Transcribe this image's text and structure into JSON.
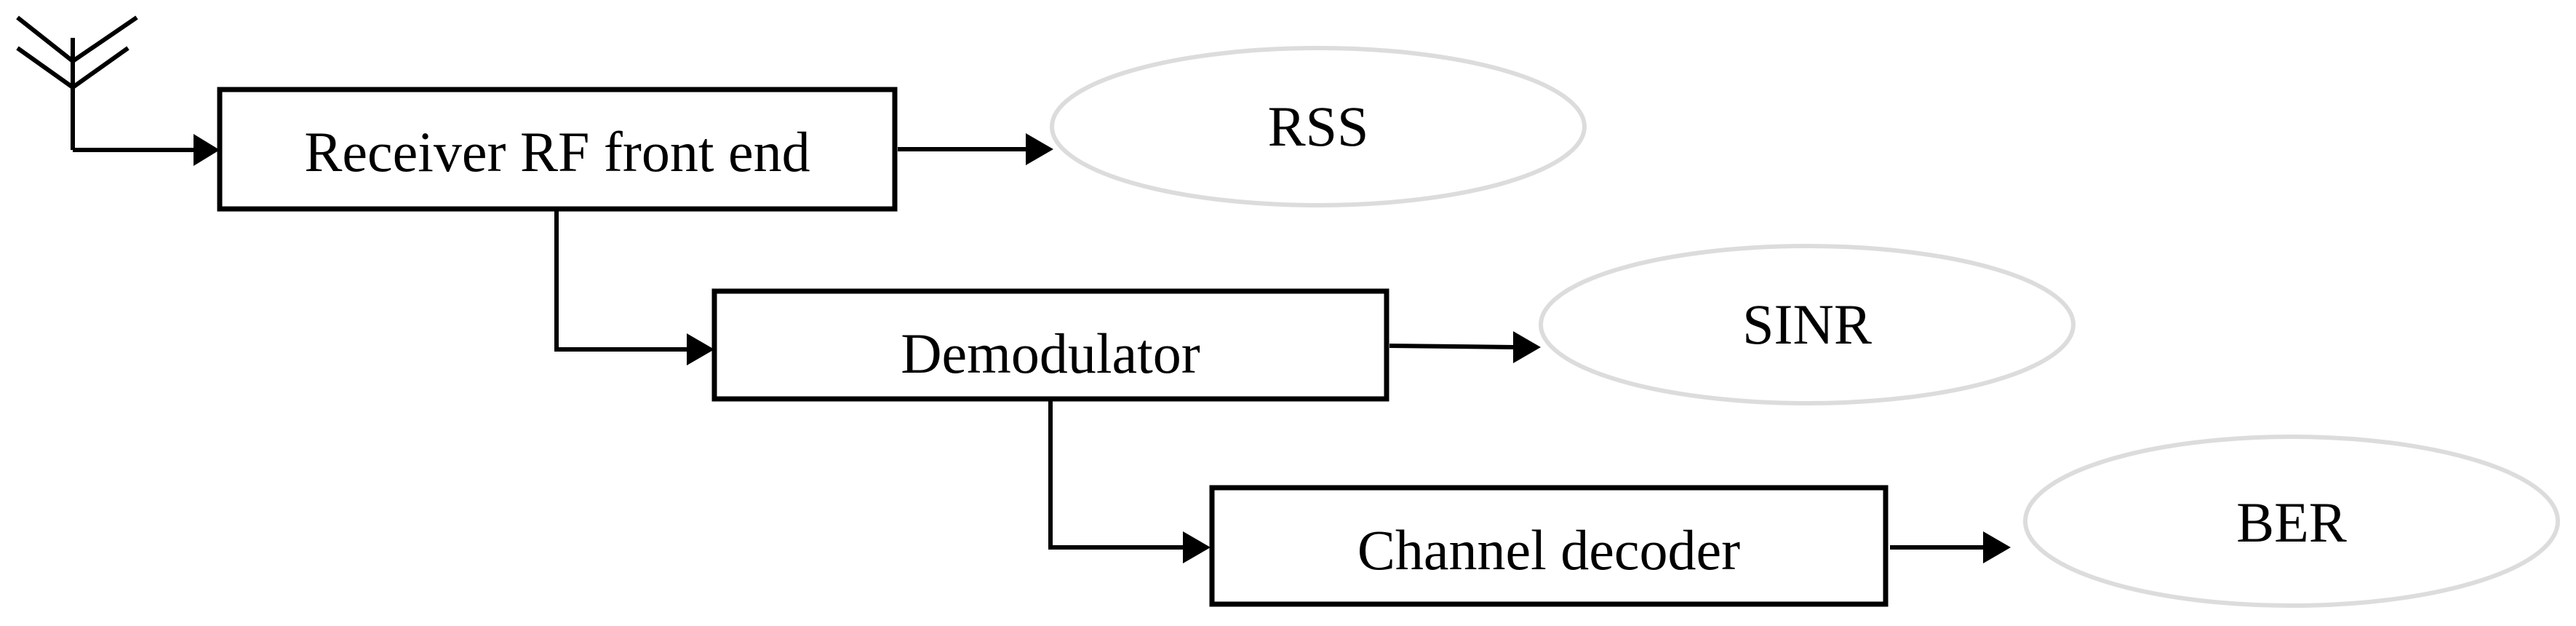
{
  "blocks": {
    "rf_front_end": "Receiver RF front end",
    "demodulator": "Demodulator",
    "channel_decoder": "Channel decoder"
  },
  "outputs": {
    "rss": "RSS",
    "sinr": "SINR",
    "ber": "BER"
  },
  "icons": {
    "antenna": "antenna-icon"
  },
  "colors": {
    "stroke": "#000000",
    "ellipse_outline": "#dcdcdc",
    "background": "#ffffff"
  }
}
